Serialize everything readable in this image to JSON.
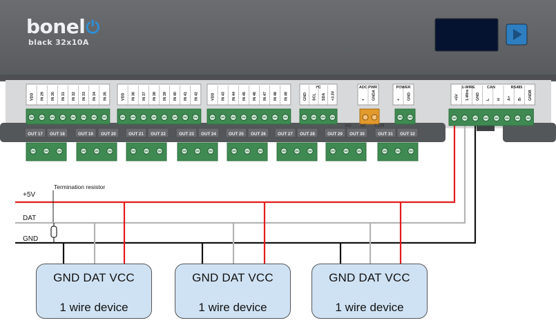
{
  "brand": {
    "logo_text": "bonel",
    "power_glyph": "⏻",
    "model": "black 32x10A"
  },
  "colors": {
    "case": "#5e6063",
    "case_dark": "#4a4c4f",
    "terminal": "#3f8a52",
    "terminal_dark": "#2f6f40",
    "red": "#e21b1b",
    "gray": "#b4b4b4",
    "black": "#111111",
    "device_fill": "#cfe2f3",
    "screen": "#061330",
    "nav_button": "#2e7fc1"
  },
  "header_groups": [
    {
      "id": "in1",
      "labels": [
        "VDD",
        "IN 29",
        "IN 30",
        "IN 31",
        "IN 32",
        "IN 33",
        "IN 34",
        "IN 35"
      ]
    },
    {
      "id": "in2",
      "labels": [
        "VDD",
        "IN 36",
        "IN 37",
        "IN 38",
        "IN 39",
        "IN 40",
        "IN 41",
        "IN 42"
      ]
    },
    {
      "id": "in3",
      "labels": [
        "VDD",
        "IN 43",
        "IN 44",
        "IN 45",
        "IN 46",
        "IN 47",
        "IN 48",
        "IN 49"
      ]
    },
    {
      "id": "i2c",
      "title": "I²C",
      "labels": [
        "GND",
        "SCL",
        "SDA",
        "+3.3V"
      ]
    },
    {
      "id": "adc",
      "title": "ADC PWR",
      "labels": [
        "+",
        "GNDA"
      ]
    },
    {
      "id": "power",
      "title": "POWER",
      "labels": [
        "+",
        "GND"
      ]
    },
    {
      "id": "bus",
      "titles": [
        "1-WIRE",
        "CAN",
        "RS485"
      ],
      "labels": [
        "+5V",
        "1-Wire",
        "GND",
        "L",
        "H",
        "A+",
        "B-",
        "GNDB"
      ]
    }
  ],
  "output_labels": [
    "OUT 17",
    "OUT 18",
    "OUT 19",
    "OUT 20",
    "OUT 21",
    "OUT 22",
    "OUT 23",
    "OUT 24",
    "OUT 25",
    "OUT 26",
    "OUT 27",
    "OUT 28",
    "OUT 29",
    "OUT 30",
    "OUT 31",
    "OUT 32"
  ],
  "relay_labels": [
    "NO",
    "NC",
    "COM"
  ],
  "wires": {
    "plus5v": "+5V",
    "dat": "DAT",
    "gnd": "GND"
  },
  "termination_label": "Termination resistor",
  "devices": [
    {
      "pins": "GND DAT VCC",
      "name": "1 wire device"
    },
    {
      "pins": "GND DAT VCC",
      "name": "1 wire device"
    },
    {
      "pins": "GND DAT VCC",
      "name": "1 wire device"
    }
  ]
}
